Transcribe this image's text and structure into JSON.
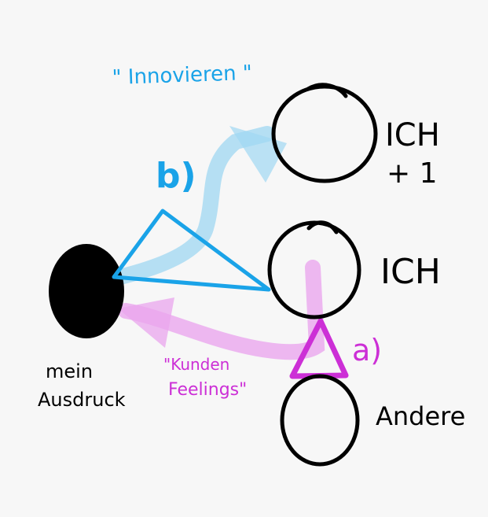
{
  "colors": {
    "background": "#f7f7f7",
    "ink": "#000000",
    "cyan": "#1aa3e8",
    "cyan_light": "#9fd7f2",
    "magenta": "#cc2fd6",
    "magenta_light": "#eaa6ee"
  },
  "labels": {
    "innovieren": "\" Innovieren \"",
    "b": "b)",
    "ich_plus_1_line1": "ICH",
    "ich_plus_1_line2": "+ 1",
    "ich": "ICH",
    "a": "a)",
    "andere": "Andere",
    "mein": "mein",
    "ausdruck": "Ausdruck",
    "kunden": "\"Kunden",
    "feelings": "Feelings\""
  }
}
